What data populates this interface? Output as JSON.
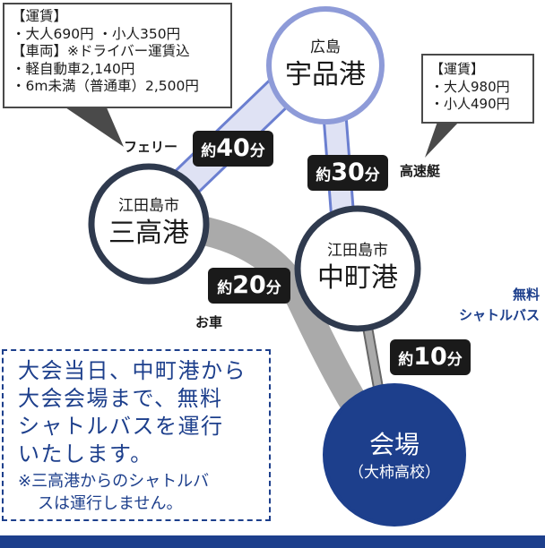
{
  "fare_ferry": {
    "heading": "【運賃】",
    "adult_child": "・大人690円 ・小人350円",
    "vehicle_heading": "【車両】※ドライバー運賃込",
    "kei": "・軽自動車2,140円",
    "standard": "・6m未満（普通車）2,500円"
  },
  "fare_boat": {
    "heading": "【運賃】",
    "adult": "・大人980円",
    "child": "・小人490円"
  },
  "nodes": {
    "ujina": {
      "line1": "広島",
      "line2": "宇品港"
    },
    "mitaka": {
      "line1": "江田島市",
      "line2": "三高港"
    },
    "nakamachi": {
      "line1": "江田島市",
      "line2": "中町港"
    },
    "venue": {
      "line1": "会場",
      "line2": "（大柿高校）"
    }
  },
  "routes": {
    "ferry": {
      "label": "フェリー",
      "prefix": "約",
      "minutes": "40",
      "unit": "分"
    },
    "boat": {
      "label": "高速艇",
      "prefix": "約",
      "minutes": "30",
      "unit": "分"
    },
    "car": {
      "label": "お車",
      "prefix": "約",
      "minutes": "20",
      "unit": "分"
    },
    "shuttle": {
      "label_line1": "無料",
      "label_line2": "シャトルバス",
      "prefix": "約",
      "minutes": "10",
      "unit": "分"
    }
  },
  "notice": {
    "line1": "大会当日、中町港から",
    "line2": "大会会場まで、無料",
    "line3": "シャトルバスを運行",
    "line4": "いたします。",
    "note1": "※三高港からのシャトルバ",
    "note2": "スは運行しません。"
  },
  "colors": {
    "navy": "#1d3f8c",
    "route_fill": "#dfe2f4",
    "route_edge": "#6b7fd0",
    "road": "#aaaaaa",
    "node_border": "#2f3a4e"
  }
}
